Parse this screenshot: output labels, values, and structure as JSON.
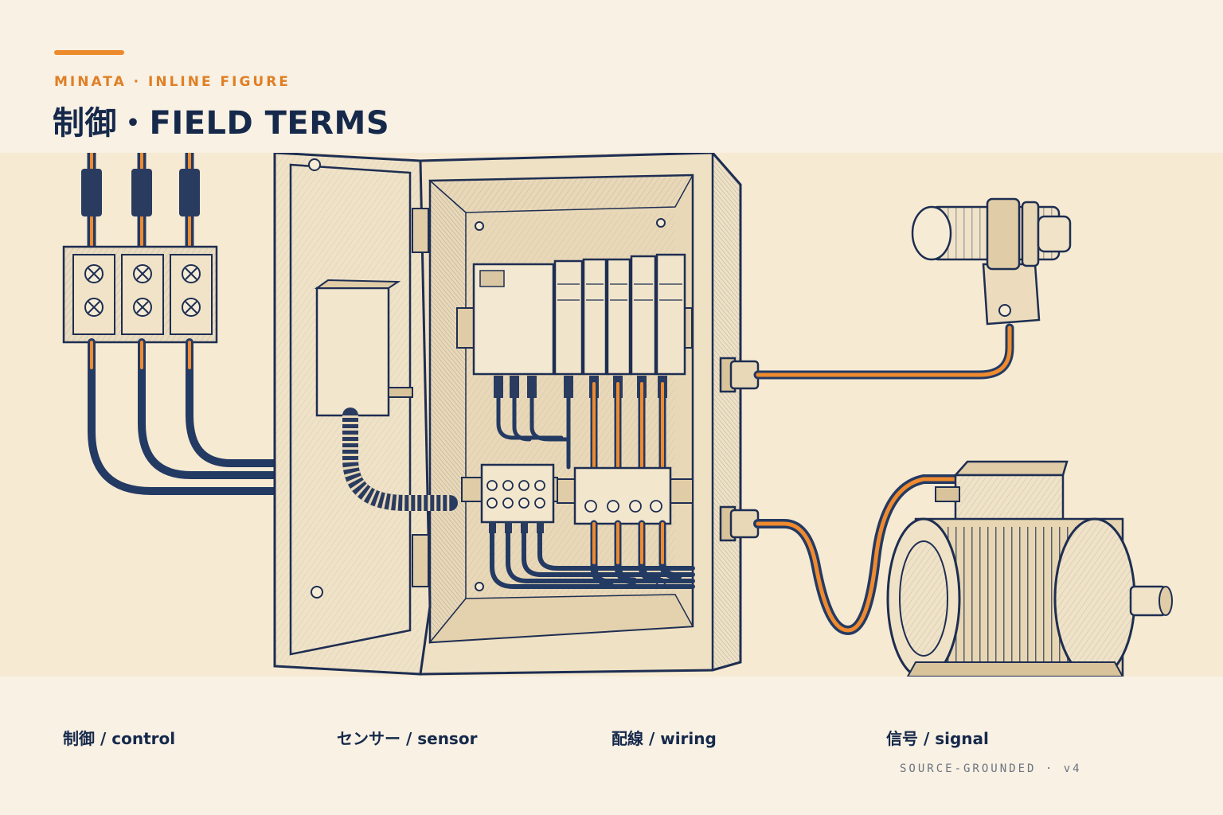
{
  "header": {
    "eyebrow": "MINATA · INLINE FIGURE",
    "title": "制御・FIELD TERMS"
  },
  "legend": [
    {
      "label": "制御 / control"
    },
    {
      "label": "センサー / sensor"
    },
    {
      "label": "配線 / wiring"
    },
    {
      "label": "信号 / signal"
    }
  ],
  "footer": {
    "tag": "SOURCE-GROUNDED · v4"
  },
  "colors": {
    "accent": "#ec8a2c",
    "ink": "#1b2a47",
    "paper": "#f8f1e4",
    "figure_bg": "#f7ead2",
    "wire_orange": "#ef8a2e",
    "wire_navy": "#233a63"
  },
  "figure": {
    "components": [
      "breaker-block",
      "control-cabinet",
      "plc-rack",
      "terminal-block",
      "proximity-sensor",
      "electric-motor"
    ]
  }
}
